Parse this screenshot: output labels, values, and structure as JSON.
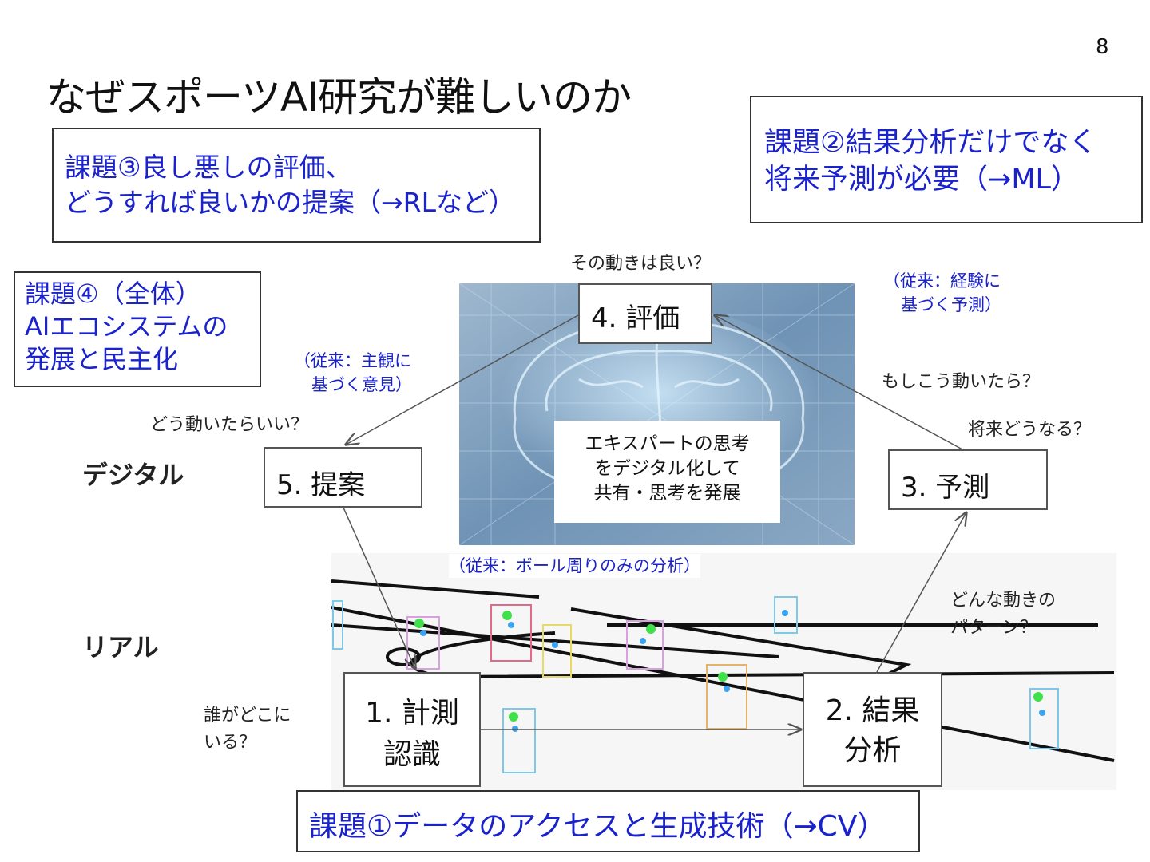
{
  "slide": {
    "number": "8",
    "title": "なぜスポーツAI研究が難しいのか"
  },
  "issues": {
    "issue3": {
      "line1": "課題③良し悪しの評価、",
      "line2": "どうすれば良いかの提案（→RLなど）"
    },
    "issue2": {
      "line1": "課題②結果分析だけでなく",
      "line2": "将来予測が必要（→ML）"
    },
    "issue4": {
      "line1": "課題④（全体）",
      "line2": "AIエコシステムの",
      "line3": "発展と民主化"
    },
    "issue1": {
      "text": "課題①データのアクセスと生成技術（→CV）"
    }
  },
  "layers": {
    "digital": "デジタル",
    "real": "リアル"
  },
  "nodes": {
    "n1": {
      "line1": "1. 計測",
      "line2": "認識"
    },
    "n2": {
      "line1": "2. 結果",
      "line2": "分析"
    },
    "n3": {
      "label": "3. 予測"
    },
    "n4": {
      "label": "4. 評価"
    },
    "n5": {
      "label": "5. 提案"
    }
  },
  "center": {
    "line1": "エキスパートの思考",
    "line2": "をデジタル化して",
    "line3": "共有・思考を発展"
  },
  "questions": {
    "q4": "その動きは良い？",
    "q5": "どう動いたらいい？",
    "q3a": "もしこう動いたら？",
    "q3b": "将来どうなる？",
    "q2a": "どんな動きの",
    "q2b": "パターン？",
    "q1a": "誰がどこに",
    "q1b": "いる？"
  },
  "notes": {
    "conventional_eval": {
      "line1": "（従来：主観に",
      "line2": "基づく意見）"
    },
    "conventional_pred": {
      "line1": "（従来：経験に",
      "line2": "基づく予測）"
    },
    "conventional_analysis": "（従来：ボール周りのみの分析）"
  },
  "colors": {
    "accent_blue": "#1a22cc",
    "border": "#333333",
    "bg_digital": "#6f93b5"
  },
  "icons": {
    "brain_background": "brain-circuit-image",
    "field_background": "soccer-pitch-pose-image"
  }
}
